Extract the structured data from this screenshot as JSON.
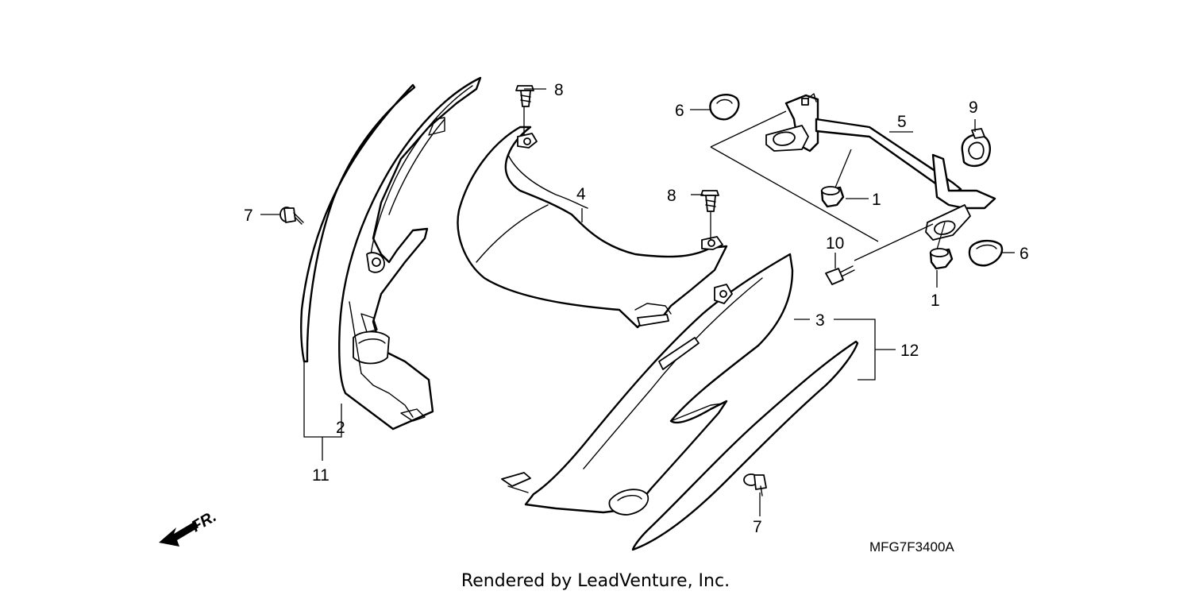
{
  "diagram": {
    "callouts": {
      "c1a": "1",
      "c1b": "1",
      "c2": "2",
      "c3": "3",
      "c4": "4",
      "c5": "5",
      "c6a": "6",
      "c6b": "6",
      "c7a": "7",
      "c7b": "7",
      "c8a": "8",
      "c8b": "8",
      "c9": "9",
      "c10": "10",
      "c11": "11",
      "c12": "12"
    },
    "direction_label": "FR.",
    "diagram_code": "MFG7F3400A",
    "footer": "Rendered by LeadVenture, Inc."
  }
}
